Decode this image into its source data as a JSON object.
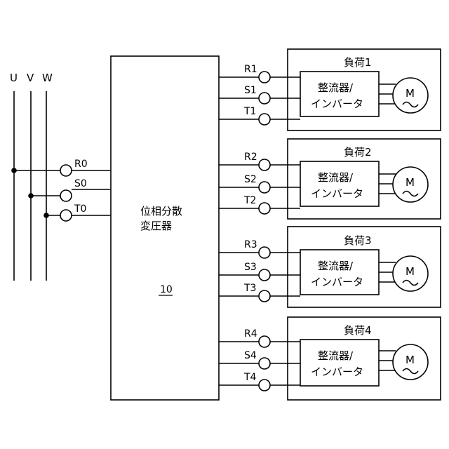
{
  "source": {
    "phases": [
      "U",
      "V",
      "W"
    ],
    "terminals": [
      "R0",
      "S0",
      "T0"
    ]
  },
  "transformer": {
    "label_line1": "位相分散",
    "label_line2": "変圧器",
    "ref": "10"
  },
  "loads": [
    {
      "title": "負荷1",
      "terminals": [
        "R1",
        "S1",
        "T1"
      ],
      "converter_line1": "整流器/",
      "converter_line2": "インバータ",
      "motor": "M"
    },
    {
      "title": "負荷2",
      "terminals": [
        "R2",
        "S2",
        "T2"
      ],
      "converter_line1": "整流器/",
      "converter_line2": "インバータ",
      "motor": "M"
    },
    {
      "title": "負荷3",
      "terminals": [
        "R3",
        "S3",
        "T3"
      ],
      "converter_line1": "整流器/",
      "converter_line2": "インバータ",
      "motor": "M"
    },
    {
      "title": "負荷4",
      "terminals": [
        "R4",
        "S4",
        "T4"
      ],
      "converter_line1": "整流器/",
      "converter_line2": "インバータ",
      "motor": "M"
    }
  ]
}
